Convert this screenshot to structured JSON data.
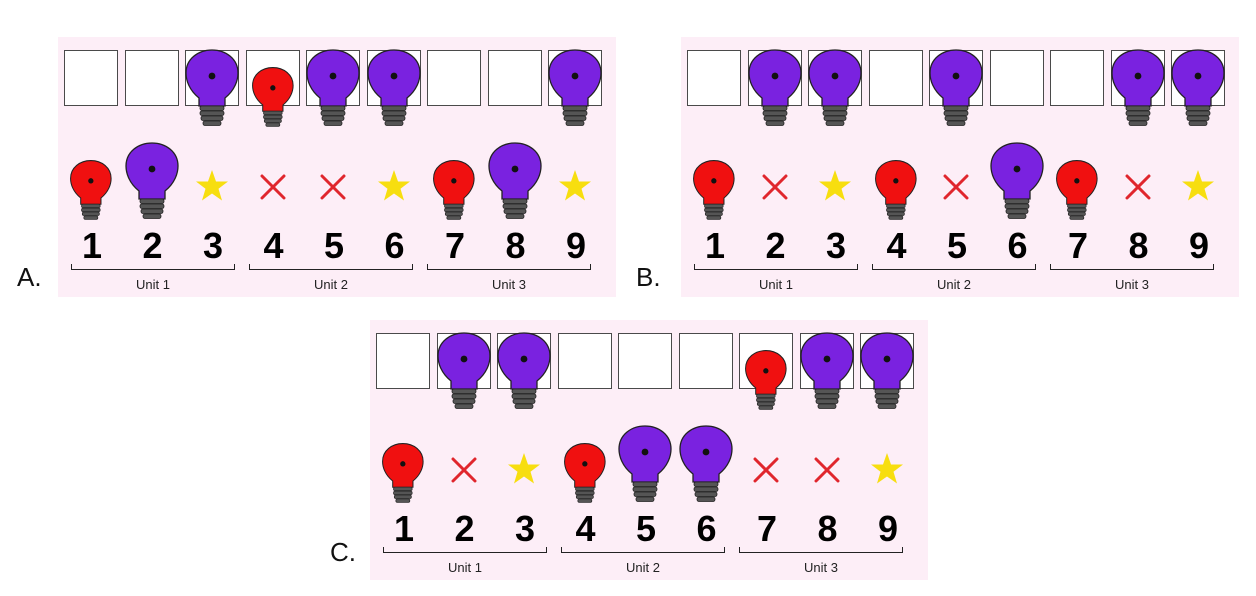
{
  "colors": {
    "panel_background": "#fdeef7",
    "purple_bulb": "#7a22e0",
    "red_bulb": "#f01010",
    "star": "#f7de0f",
    "cross": "#e0262d"
  },
  "panels": [
    {
      "label": "A.",
      "top_row": [
        "empty",
        "empty",
        "purple",
        "red",
        "purple",
        "purple",
        "empty",
        "empty",
        "purple"
      ],
      "bottom_row": [
        "red",
        "purple",
        "star",
        "cross",
        "cross",
        "star",
        "red",
        "purple",
        "star"
      ],
      "numbers": [
        "1",
        "2",
        "3",
        "4",
        "5",
        "6",
        "7",
        "8",
        "9"
      ],
      "units": [
        "Unit 1",
        "Unit 2",
        "Unit 3"
      ]
    },
    {
      "label": "B.",
      "top_row": [
        "empty",
        "purple",
        "purple",
        "empty",
        "purple",
        "empty",
        "empty",
        "purple",
        "purple"
      ],
      "bottom_row": [
        "red",
        "cross",
        "star",
        "red",
        "cross",
        "purple",
        "red",
        "cross",
        "star"
      ],
      "numbers": [
        "1",
        "2",
        "3",
        "4",
        "5",
        "6",
        "7",
        "8",
        "9"
      ],
      "units": [
        "Unit 1",
        "Unit 2",
        "Unit 3"
      ]
    },
    {
      "label": "C.",
      "top_row": [
        "empty",
        "purple",
        "purple",
        "empty",
        "empty",
        "empty",
        "red",
        "purple",
        "purple"
      ],
      "bottom_row": [
        "red",
        "cross",
        "star",
        "red",
        "purple",
        "purple",
        "cross",
        "cross",
        "star"
      ],
      "numbers": [
        "1",
        "2",
        "3",
        "4",
        "5",
        "6",
        "7",
        "8",
        "9"
      ],
      "units": [
        "Unit 1",
        "Unit 2",
        "Unit 3"
      ]
    }
  ]
}
